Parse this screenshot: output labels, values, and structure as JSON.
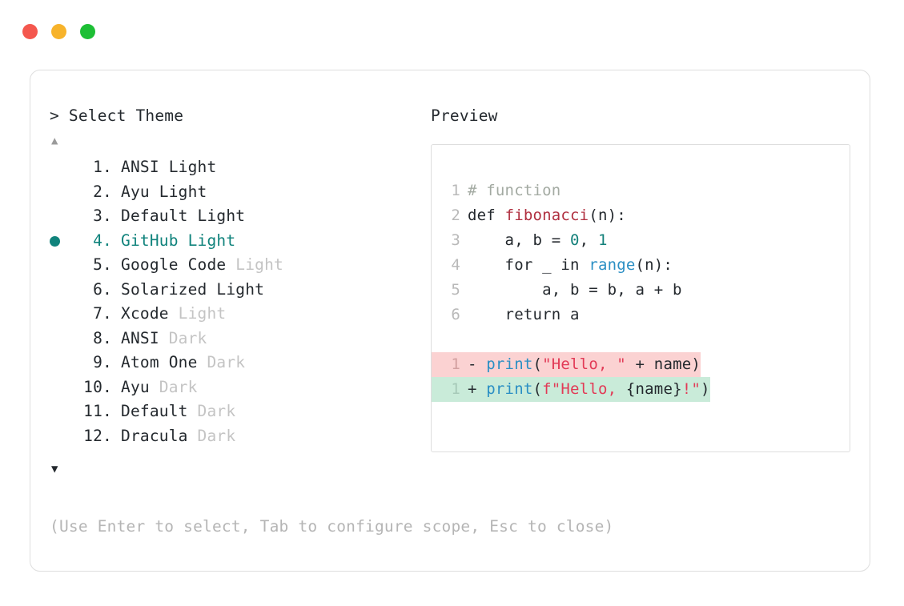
{
  "window": {
    "traffic_lights": [
      {
        "name": "close",
        "color": "#f4574e"
      },
      {
        "name": "minimize",
        "color": "#f7b32b"
      },
      {
        "name": "maximize",
        "color": "#1dbf35"
      }
    ]
  },
  "prompt": {
    "caret": ">",
    "title": "Select Theme"
  },
  "scroll": {
    "up_arrow": "▲",
    "down_arrow": "▼"
  },
  "selection": {
    "bullet": "●",
    "selected_index": 4,
    "accent_color": "#10837c"
  },
  "themes": [
    {
      "number": "1.",
      "name": "ANSI",
      "variant": "Light",
      "dim_variant": false,
      "selected": false
    },
    {
      "number": "2.",
      "name": "Ayu",
      "variant": "Light",
      "dim_variant": false,
      "selected": false
    },
    {
      "number": "3.",
      "name": "Default",
      "variant": "Light",
      "dim_variant": false,
      "selected": false
    },
    {
      "number": "4.",
      "name": "GitHub",
      "variant": "Light",
      "dim_variant": false,
      "selected": true
    },
    {
      "number": "5.",
      "name": "Google Code",
      "variant": "Light",
      "dim_variant": true,
      "selected": false
    },
    {
      "number": "6.",
      "name": "Solarized",
      "variant": "Light",
      "dim_variant": false,
      "selected": false
    },
    {
      "number": "7.",
      "name": "Xcode",
      "variant": "Light",
      "dim_variant": true,
      "selected": false
    },
    {
      "number": "8.",
      "name": "ANSI",
      "variant": "Dark",
      "dim_variant": true,
      "selected": false
    },
    {
      "number": "9.",
      "name": "Atom One",
      "variant": "Dark",
      "dim_variant": true,
      "selected": false
    },
    {
      "number": "10.",
      "name": "Ayu",
      "variant": "Dark",
      "dim_variant": true,
      "selected": false
    },
    {
      "number": "11.",
      "name": "Default",
      "variant": "Dark",
      "dim_variant": true,
      "selected": false
    },
    {
      "number": "12.",
      "name": "Dracula",
      "variant": "Dark",
      "dim_variant": true,
      "selected": false
    }
  ],
  "preview": {
    "label": "Preview",
    "code_lines": [
      {
        "gutter": "1",
        "tokens": [
          {
            "t": "# function",
            "c": "comment"
          }
        ]
      },
      {
        "gutter": "2",
        "tokens": [
          {
            "t": "def ",
            "c": "keyword"
          },
          {
            "t": "fibonacci",
            "c": "func"
          },
          {
            "t": "(n):",
            "c": "plain"
          }
        ]
      },
      {
        "gutter": "3",
        "tokens": [
          {
            "t": "    a, b = ",
            "c": "plain"
          },
          {
            "t": "0",
            "c": "number"
          },
          {
            "t": ", ",
            "c": "plain"
          },
          {
            "t": "1",
            "c": "number"
          }
        ]
      },
      {
        "gutter": "4",
        "tokens": [
          {
            "t": "    for _ in ",
            "c": "plain"
          },
          {
            "t": "range",
            "c": "builtin"
          },
          {
            "t": "(n):",
            "c": "plain"
          }
        ]
      },
      {
        "gutter": "5",
        "tokens": [
          {
            "t": "        a, b = b, a + b",
            "c": "plain"
          }
        ]
      },
      {
        "gutter": "6",
        "tokens": [
          {
            "t": "    return a",
            "c": "plain"
          }
        ]
      }
    ],
    "diff_lines": [
      {
        "gutter": "1",
        "kind": "removed",
        "tokens": [
          {
            "t": "- ",
            "c": "plain"
          },
          {
            "t": "print",
            "c": "builtin"
          },
          {
            "t": "(",
            "c": "plain"
          },
          {
            "t": "\"Hello, \"",
            "c": "string"
          },
          {
            "t": " + name)",
            "c": "plain"
          }
        ]
      },
      {
        "gutter": "1",
        "kind": "added",
        "tokens": [
          {
            "t": "+ ",
            "c": "plain"
          },
          {
            "t": "print",
            "c": "builtin"
          },
          {
            "t": "(",
            "c": "plain"
          },
          {
            "t": "f\"Hello, ",
            "c": "string"
          },
          {
            "t": "{name}",
            "c": "plain"
          },
          {
            "t": "!\"",
            "c": "string"
          },
          {
            "t": ")",
            "c": "plain"
          }
        ]
      }
    ]
  },
  "footer": {
    "hint": "(Use Enter to select, Tab to configure scope, Esc to close)"
  }
}
